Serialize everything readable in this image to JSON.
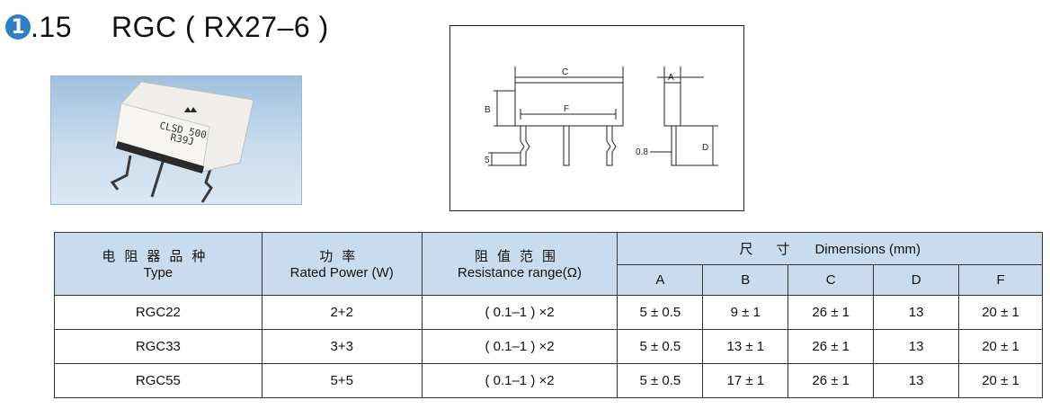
{
  "heading": {
    "number": "1",
    "number_rest": ".15",
    "model": "RGC ( RX27–6 )"
  },
  "photo_label": {
    "line1": "CLSD 500",
    "line2": "R39J"
  },
  "drawing_labels": {
    "A": "A",
    "B": "B",
    "C": "C",
    "D": "D",
    "F": "F",
    "pin": "0.8",
    "lead": "5"
  },
  "table": {
    "headers": {
      "type_cn": "电阻器品种",
      "type_en": "Type",
      "power_cn": "功率",
      "power_en": "Rated Power (W)",
      "range_cn": "阻值范围",
      "range_en": "Resistance range(Ω)",
      "dim_cn": "尺寸",
      "dim_en": "Dimensions (mm)",
      "dim_cols": [
        "A",
        "B",
        "C",
        "D",
        "F"
      ]
    },
    "rows": [
      {
        "type": "RGC22",
        "power": "2+2",
        "range": "( 0.1–1 ) ×2",
        "A": "5 ± 0.5",
        "B": "9 ± 1",
        "C": "26 ± 1",
        "D": "13",
        "F": "20 ± 1"
      },
      {
        "type": "RGC33",
        "power": "3+3",
        "range": "( 0.1–1 ) ×2",
        "A": "5 ± 0.5",
        "B": "13 ± 1",
        "C": "26 ± 1",
        "D": "13",
        "F": "20 ± 1"
      },
      {
        "type": "RGC55",
        "power": "5+5",
        "range": "( 0.1–1 ) ×2",
        "A": "5 ± 0.5",
        "B": "17 ± 1",
        "C": "26 ± 1",
        "D": "13",
        "F": "20 ± 1"
      }
    ]
  }
}
